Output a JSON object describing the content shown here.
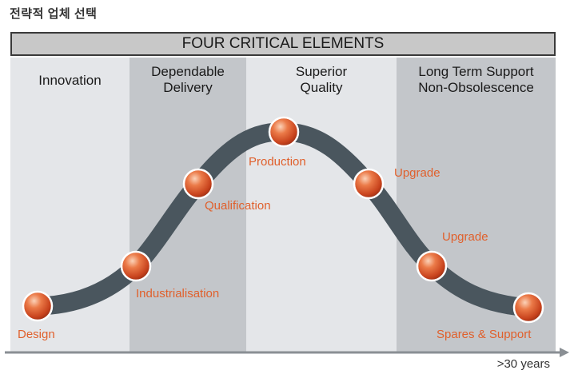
{
  "page_title": "전략적 업체 선택",
  "banner": "FOUR CRITICAL ELEMENTS",
  "columns": [
    {
      "line1": "Innovation",
      "line2": ""
    },
    {
      "line1": "Dependable",
      "line2": "Delivery"
    },
    {
      "line1": "Superior",
      "line2": "Quality"
    },
    {
      "line1": "Long Term Support",
      "line2": "Non-Obsolescence"
    }
  ],
  "stages": [
    {
      "label": "Design"
    },
    {
      "label": "Industrialisation"
    },
    {
      "label": "Qualification"
    },
    {
      "label": "Production"
    },
    {
      "label": "Upgrade"
    },
    {
      "label": "Upgrade"
    },
    {
      "label": "Spares & Support"
    }
  ],
  "axis_label": ">30 years",
  "colors": {
    "curve": "#4a565e",
    "node": "#d9532a",
    "label": "#e0602c",
    "axis": "#8a8f94"
  }
}
